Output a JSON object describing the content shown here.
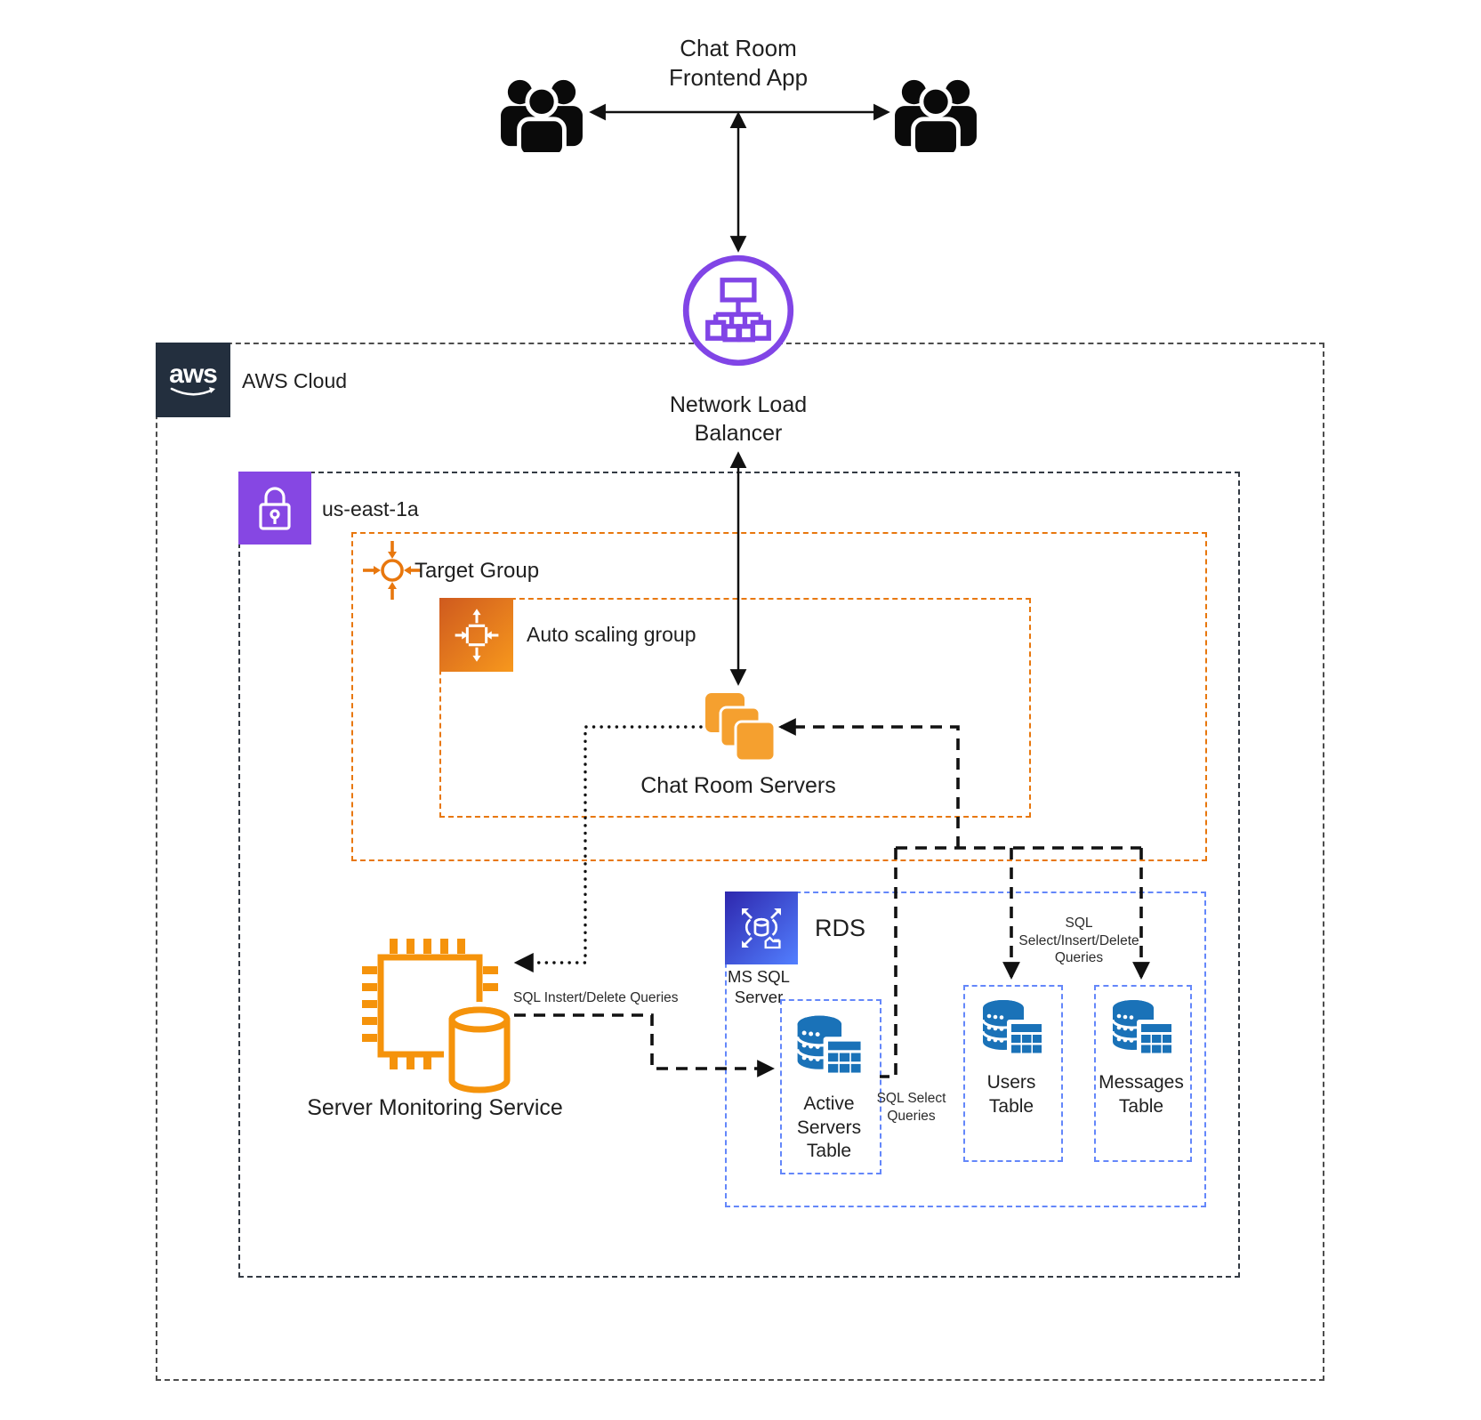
{
  "diagram": {
    "title": "Chat Room Frontend App",
    "load_balancer": {
      "label": "Network Load Balancer"
    },
    "aws_cloud": {
      "label": "AWS Cloud",
      "logo_text": "aws"
    },
    "availability_zone": {
      "label": "us-east-1a"
    },
    "target_group": {
      "label": "Target Group"
    },
    "auto_scaling_group": {
      "label": "Auto scaling group"
    },
    "chat_room_servers": {
      "label": "Chat Room Servers"
    },
    "rds": {
      "label": "RDS",
      "engine": "MS SQL Server"
    },
    "tables": [
      {
        "label": "Active Servers Table"
      },
      {
        "label": "Users Table"
      },
      {
        "label": "Messages Table"
      }
    ],
    "monitoring": {
      "label": "Server Monitoring Service"
    },
    "edges": {
      "insert_delete": "SQL Instert/Delete Queries",
      "select": "SQL Select Queries",
      "select_insert_delete": "SQL Select/Insert/Delete Queries"
    },
    "colors": {
      "orange": "#e8770d",
      "servers_orange": "#f5a02f",
      "purple": "#8647e3",
      "nlb_purple": "#8145e6",
      "rds_blue_start": "#2e27ad",
      "rds_blue_end": "#527fff",
      "table_blue": "#1a72b8",
      "box_blue": "#6487fa",
      "aws_navy": "#232f3e",
      "black": "#111111"
    }
  }
}
